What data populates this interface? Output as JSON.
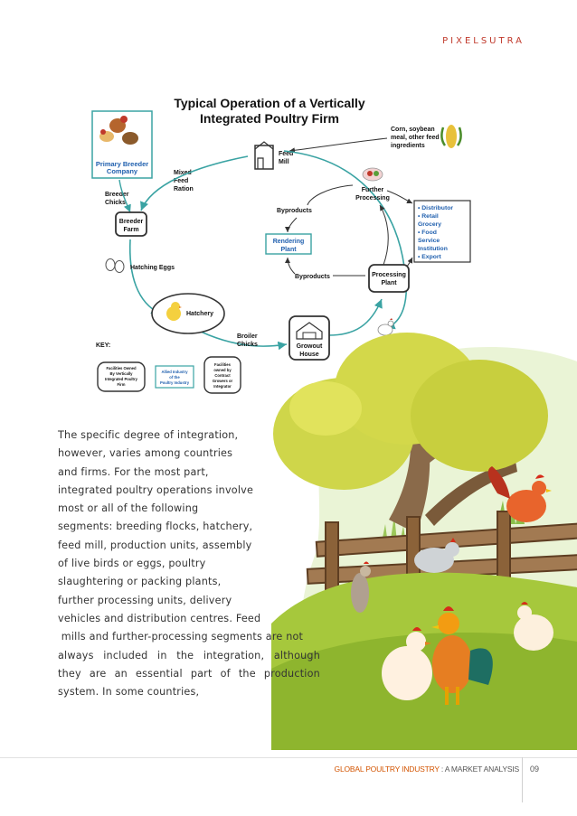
{
  "brand": "PIXELSUTRA",
  "diagram": {
    "title_line1": "Typical Operation of a Vertically",
    "title_line2": "Integrated Poultry Firm",
    "primary_breeder": [
      "Primary Breeder",
      "Company"
    ],
    "feed_mill": [
      "Feed",
      "Mill"
    ],
    "feed_ingredients": [
      "Corn, soybean",
      "meal, other feed",
      "ingredients"
    ],
    "mixed_feed": [
      "Mixed",
      "Feed",
      "Ration"
    ],
    "breeder_chicks": [
      "Breeder",
      "Chicks"
    ],
    "further_processing": [
      "Further",
      "Processing"
    ],
    "byproducts_top": "Byproducts",
    "byproducts_bottom": "Byproducts",
    "breeder_farm": [
      "Breeder",
      "Farm"
    ],
    "rendering_plant": [
      "Rendering",
      "Plant"
    ],
    "distribution": [
      "• Distributor",
      "• Retail",
      "  Grocery",
      "• Food",
      "  Service",
      "  Institution",
      "• Export"
    ],
    "hatching_eggs": "Hatching Eggs",
    "processing_plant": [
      "Processing",
      "Plant"
    ],
    "hatchery": "Hatchery",
    "broiler_chicks": [
      "Broiler",
      "Chicks"
    ],
    "growout_house": [
      "Growout",
      "House"
    ],
    "key_label": "KEY:",
    "key_owned": [
      "Facilities Owned",
      "By Vertically",
      "Integrated Poultry",
      "Firm"
    ],
    "key_allied": [
      "Allied Industry",
      "of the",
      "Poultry Industry"
    ],
    "key_contract": [
      "Facilities",
      "owned by",
      "Contract",
      "Growers or",
      "Integrator"
    ]
  },
  "body": {
    "lines": [
      "The specific degree of integration,",
      "however, varies among countries",
      "and firms. For the most part,",
      "integrated poultry operations involve",
      "most or all of the following",
      "segments: breeding flocks, hatchery,",
      "feed mill, production units, assembly",
      "of live birds or eggs, poultry",
      "slaughtering or packing plants,",
      "further processing units, delivery",
      "vehicles and distribution centres. Feed",
      " mills and further-processing segments are not"
    ],
    "justified": [
      [
        "always",
        "included",
        "in",
        "the",
        "integration,",
        "although"
      ],
      [
        "they",
        "are",
        "an",
        "essential",
        "part",
        "of",
        "the",
        "production"
      ]
    ],
    "last_line": "system. In some countries,"
  },
  "footer": {
    "accent": "GLOBAL POULTRY INDUSTRY",
    "rest": " : A MARKET ANALYSIS",
    "page": "09"
  },
  "colors": {
    "teal_arrow": "#3aa3a3",
    "dark_arrow": "#333333",
    "blue_text": "#1f5fae",
    "brand_red": "#c0392b",
    "footer_orange": "#d35400"
  }
}
